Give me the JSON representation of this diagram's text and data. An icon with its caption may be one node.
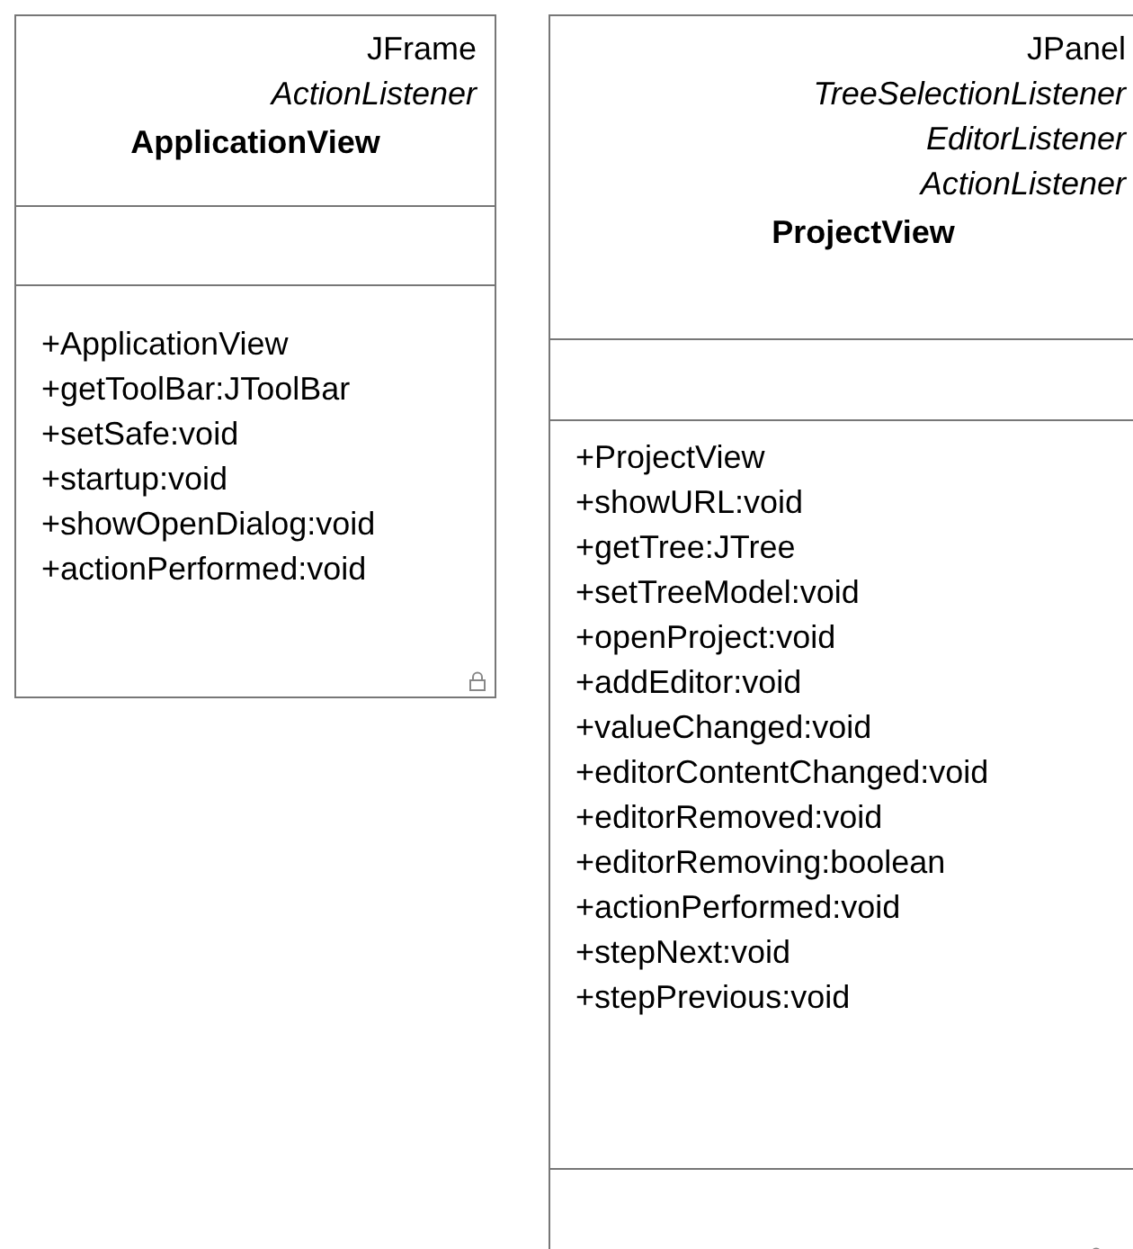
{
  "diagram": {
    "nodes": [
      {
        "text": [
          "JFrame",
          "ActionListener",
          "ApplicationView"
        ]
      },
      {
        "text": [],
        "shape": "box",
        "in": 0
      },
      {
        "text": [
          "+ApplicationView",
          "+getToolBar:JToolBar",
          "+setSafe:void",
          "+startup:void",
          "+showOpenDialog:void",
          "+actionPerformed:void"
        ],
        "in": 0
      },
      {
        "text": [
          "JPanel",
          "TreeSelectionListener",
          "EditorListener",
          "ActionListener",
          "ProjectView"
        ]
      },
      {
        "text": [],
        "shape": "box",
        "in": 3
      },
      {
        "text": [
          "+ProjectView",
          "+showURL:void",
          "+getTree:JTree",
          "+setTreeModel:void",
          "+openProject:void",
          "+addEditor:void",
          "+valueChanged:void",
          "+editorContentChanged:void",
          "+editorRemoved:void",
          "+editorRemoving:boolean",
          "+actionPerformed:void",
          "+stepNext:void",
          "+stepPrevious:void"
        ],
        "in": 3
      },
      {
        "text": [],
        "shape": "box",
        "in": 3
      }
    ]
  }
}
